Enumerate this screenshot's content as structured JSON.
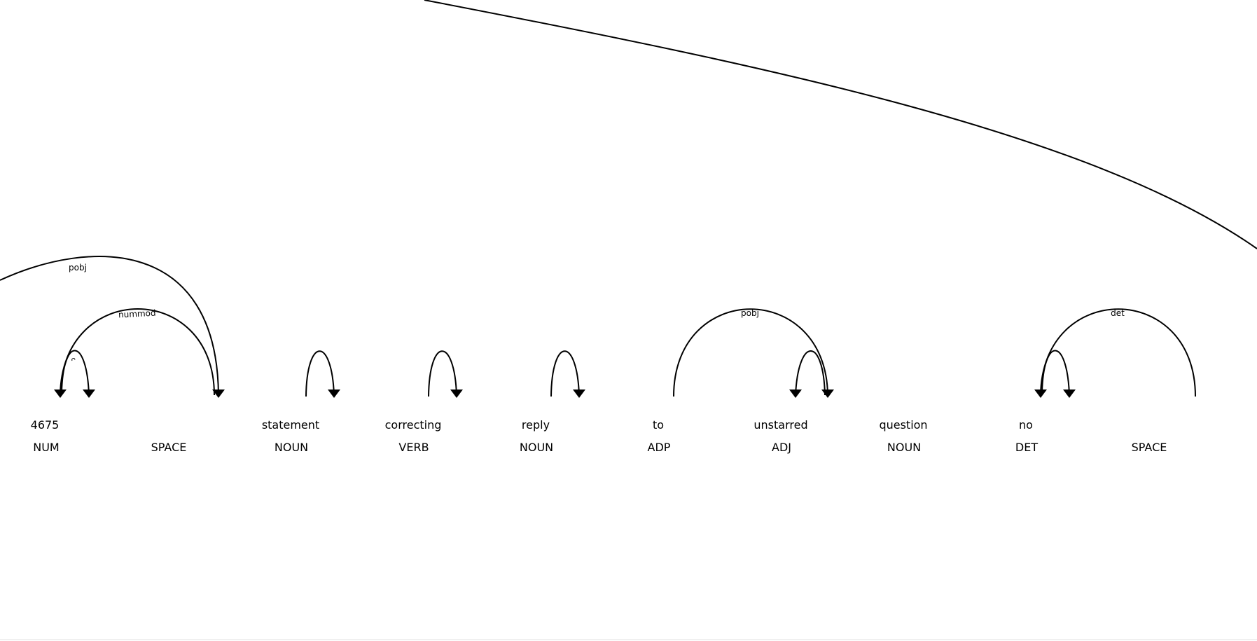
{
  "tokens": [
    {
      "text": "4675",
      "tag": "NUM"
    },
    {
      "text": "",
      "tag": "SPACE"
    },
    {
      "text": "statement",
      "tag": "NOUN"
    },
    {
      "text": "correcting",
      "tag": "VERB"
    },
    {
      "text": "reply",
      "tag": "NOUN"
    },
    {
      "text": "to",
      "tag": "ADP"
    },
    {
      "text": "unstarred",
      "tag": "ADJ"
    },
    {
      "text": "question",
      "tag": "NOUN"
    },
    {
      "text": "no",
      "tag": "DET"
    },
    {
      "text": "",
      "tag": "SPACE"
    }
  ],
  "arcs": [
    {
      "label": "pobj"
    },
    {
      "label": "nummod"
    },
    {
      "label": "pobj"
    },
    {
      "label": "det"
    }
  ],
  "colors": {
    "ink": "#000000",
    "background": "#ffffff"
  }
}
